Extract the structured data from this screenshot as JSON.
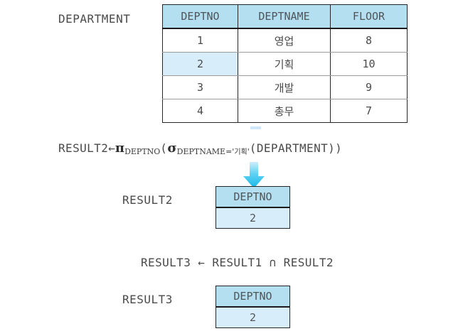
{
  "department": {
    "label": "DEPARTMENT",
    "columns": [
      "DEPTNO",
      "DEPTNAME",
      "FLOOR"
    ],
    "rows": [
      {
        "deptno": "1",
        "deptname": "영업",
        "floor": "8"
      },
      {
        "deptno": "2",
        "deptname": "기획",
        "floor": "10"
      },
      {
        "deptno": "3",
        "deptname": "개발",
        "floor": "9"
      },
      {
        "deptno": "4",
        "deptname": "총무",
        "floor": "7"
      }
    ],
    "highlighted_row_index": 1
  },
  "formula_result2": {
    "lhs": "RESULT2",
    "assign": "←",
    "project_symbol": "π",
    "project_subscript": "DEPTNO",
    "open_paren_1": "(",
    "select_symbol": "σ",
    "select_subscript_prefix": "DEPTNAME='",
    "select_subscript_value": "기획",
    "select_subscript_suffix": "'",
    "open_paren_2": "(",
    "operand": "DEPARTMENT",
    "close_parens": "))"
  },
  "formula_result3": {
    "text": "RESULT3 ← RESULT1  ∩  RESULT2"
  },
  "result2": {
    "label": "RESULT2",
    "columns": [
      "DEPTNO"
    ],
    "rows": [
      [
        "2"
      ]
    ]
  },
  "result3": {
    "label": "RESULT3",
    "columns": [
      "DEPTNO"
    ],
    "rows": [
      [
        "2"
      ]
    ]
  },
  "colors": {
    "header_blue": "#b3dff0",
    "row_highlight_blue": "#d8edfa",
    "arrow_cyan": "#29c6ef",
    "border_dark": "#262626",
    "text_gray": "#4a4a4a"
  },
  "arrow": {
    "name": "down-arrow",
    "direction": "down"
  }
}
